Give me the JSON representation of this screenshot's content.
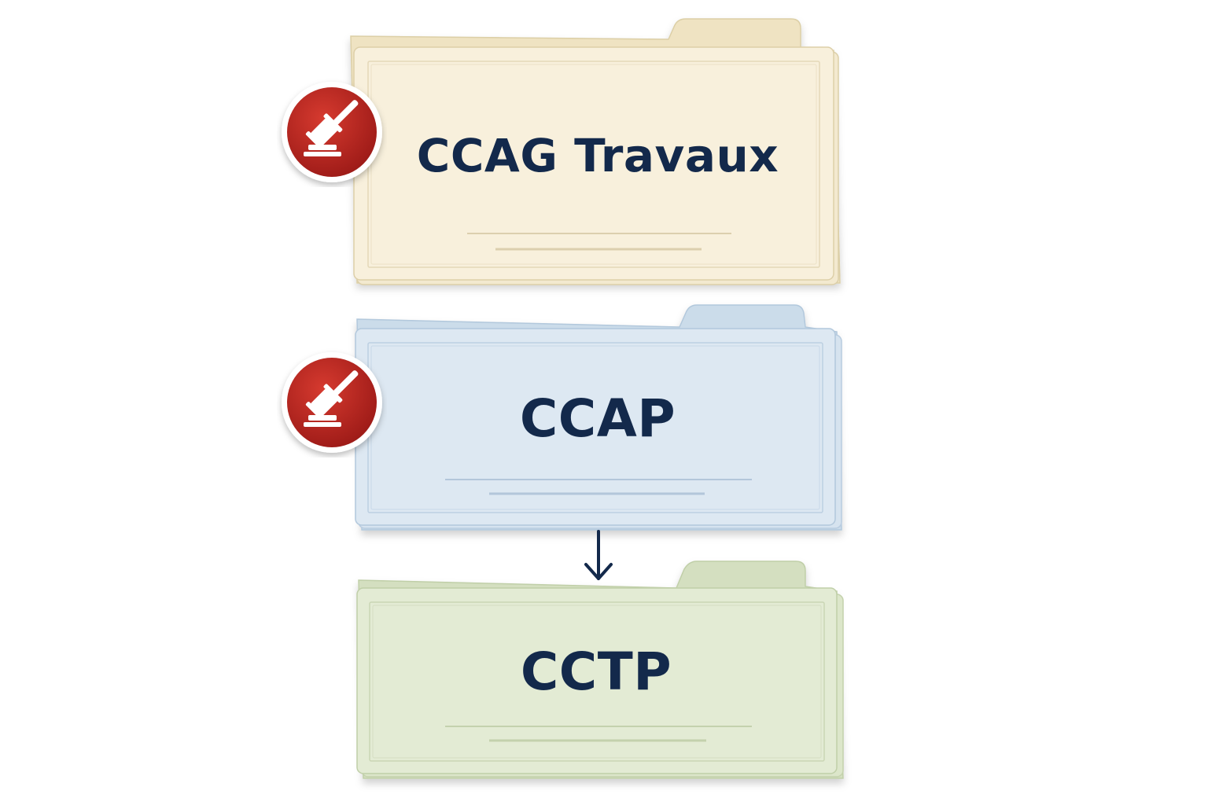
{
  "documents": [
    {
      "label": "CCAG Travaux",
      "theme": "cream",
      "colors": {
        "back": "#f1e6c8",
        "front": "#f8f0dc",
        "stroke": "#ddcfa8",
        "line": "#dccfae"
      },
      "badge_icon": "gavel-icon"
    },
    {
      "label": "CCAP",
      "theme": "blue",
      "colors": {
        "back": "#cbdcea",
        "front": "#dde8f2",
        "stroke": "#b2c8dc",
        "line": "#b3c6da"
      },
      "badge_icon": "gavel-icon"
    },
    {
      "label": "CCTP",
      "theme": "green",
      "colors": {
        "back": "#d4dfc0",
        "front": "#e3ebd4",
        "stroke": "#c0cfa8",
        "line": "#c4d1ad"
      },
      "badge_icon": null
    }
  ],
  "connector": {
    "icon": "arrow-down-icon",
    "from": "CCAP",
    "to": "CCTP"
  },
  "accent_colors": {
    "badge_red": "#b3221f",
    "text_navy": "#13294b"
  }
}
